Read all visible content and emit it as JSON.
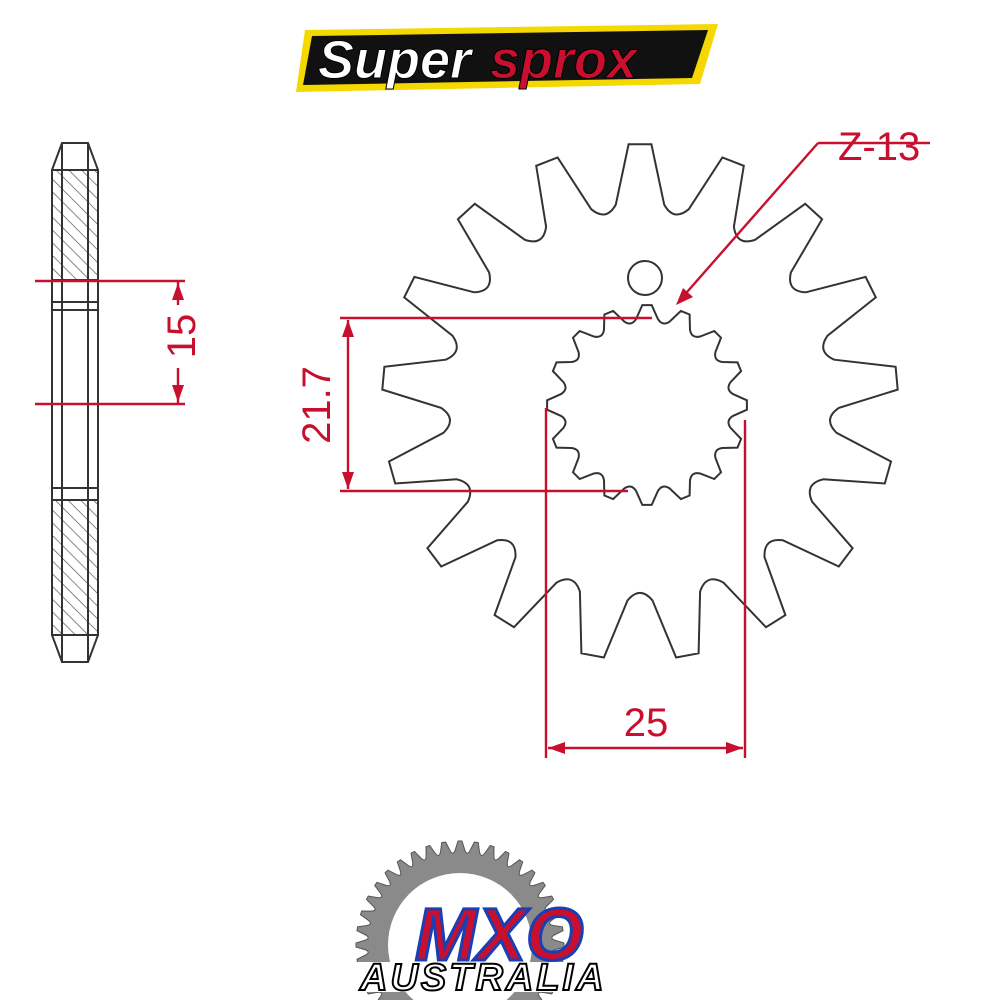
{
  "brand": {
    "top_logo": {
      "part1": "Super",
      "part2": "sprox"
    },
    "bottom_logo": {
      "main": "MXO",
      "sub": "AUSTRALIA"
    }
  },
  "dimensions": {
    "teeth_label": "Z-13",
    "thickness_label": "15",
    "bore_label": "21.7",
    "spline_label": "25"
  },
  "colors": {
    "dimension": "#c8102e",
    "outline": "#333333",
    "logo_yellow": "#f5d800",
    "logo_red": "#c8102e",
    "logo_blue": "#1a3fb5"
  },
  "drawing": {
    "outer_teeth_count": 17,
    "inner_spline_count": 16
  }
}
